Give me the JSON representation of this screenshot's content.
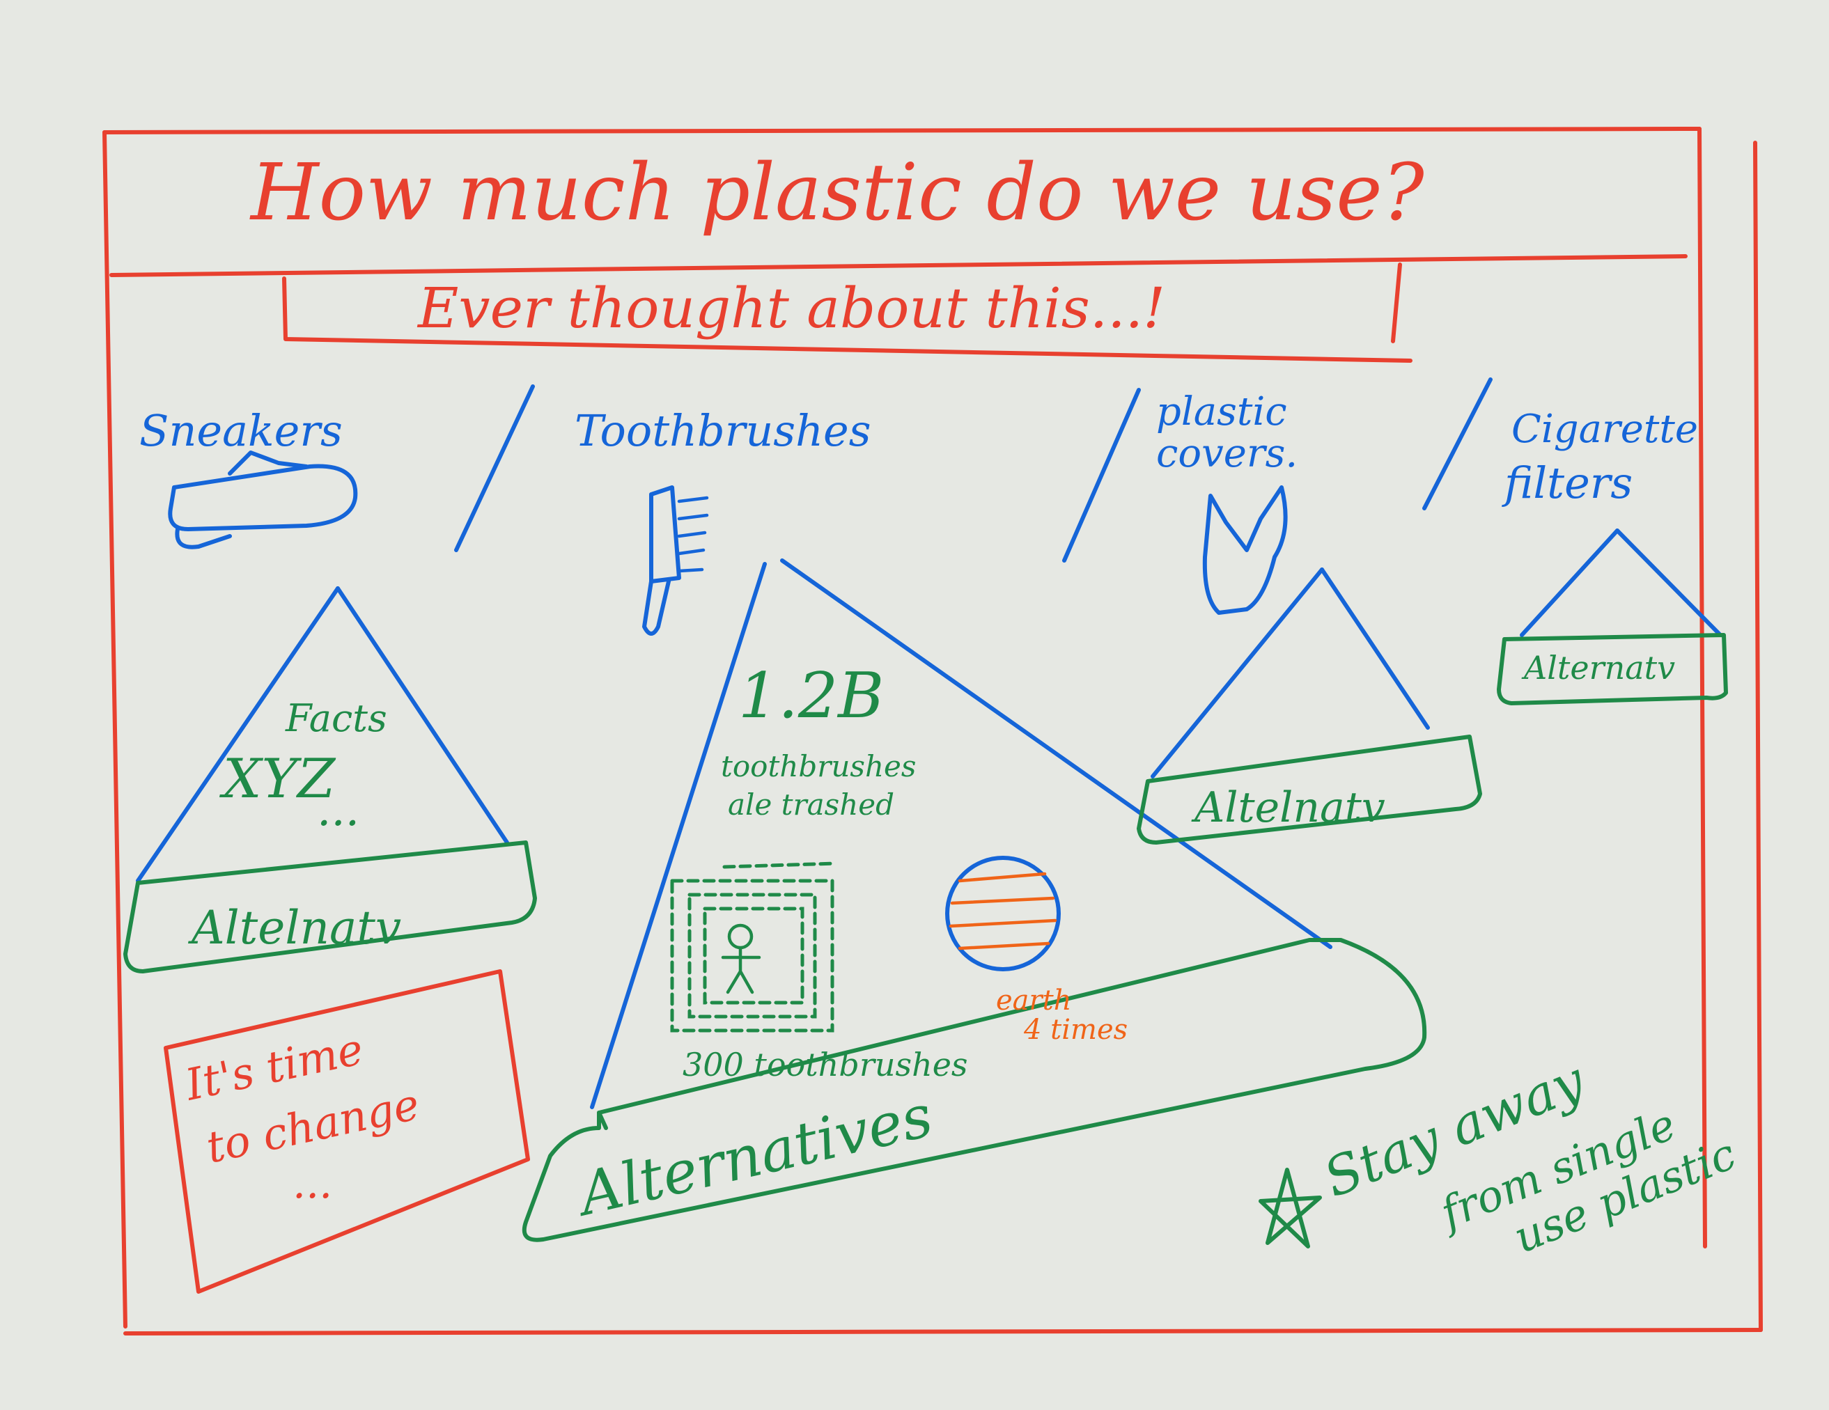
{
  "title": "How much plastic do we use?",
  "subtitle": "Ever thought about this...!",
  "categories": [
    {
      "id": "sneakers",
      "label": "Sneakers",
      "icon": "sneaker-icon"
    },
    {
      "id": "toothbrushes",
      "label": "Toothbrushes",
      "icon": "toothbrush-icon"
    },
    {
      "id": "plastic-covers",
      "label_line1": "plastic",
      "label_line2": "covers.",
      "icon": "plastic-bag-icon"
    },
    {
      "id": "cigarette-filters",
      "label_line1": "Cigarette",
      "label_line2": "filters"
    }
  ],
  "sneakers_panel": {
    "facts": "Facts",
    "xyz": "XYZ",
    "ellipsis": "...",
    "base": "Altelnatv"
  },
  "toothbrush_panel": {
    "stat": "1.2B",
    "stat_line1": "toothbrushes",
    "stat_line2": "ale trashed",
    "toothbrush_stack_label": "300 toothbrushes",
    "earth_label_line1": "earth",
    "earth_label_line2": "4 times",
    "base": "Alternatives"
  },
  "covers_panel": {
    "base": "Altelnatv"
  },
  "cigarette_panel": {
    "base": "Alternatv"
  },
  "callout": {
    "line1": "It's time",
    "line2": "to change",
    "ellipsis": "..."
  },
  "tip": {
    "line1": "Stay away",
    "line2": "from single",
    "line3": "use plastic"
  },
  "colors": {
    "red": "#e8402f",
    "blue": "#1565d8",
    "green": "#1f8a48",
    "orange": "#f06418",
    "paper": "#e6e8e3"
  }
}
